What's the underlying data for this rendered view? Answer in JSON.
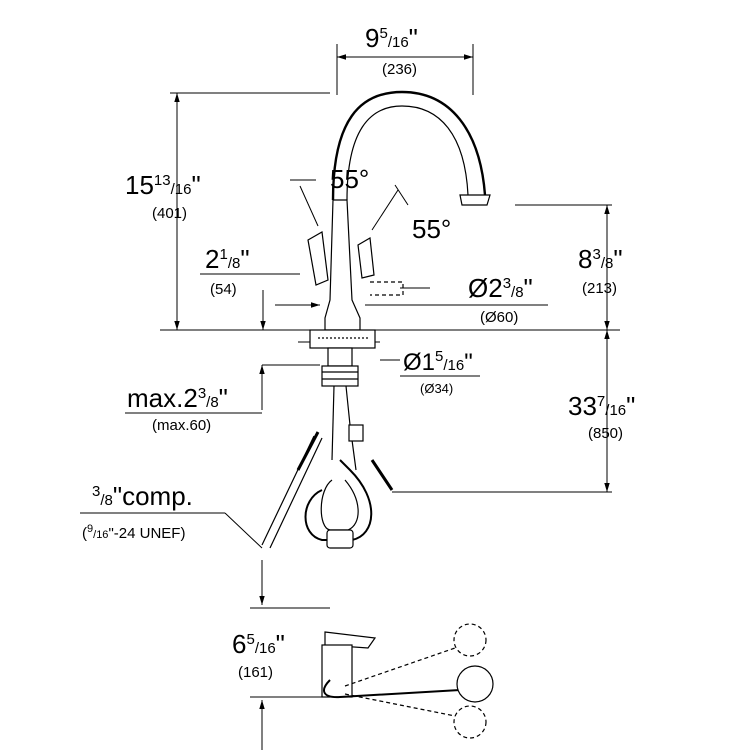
{
  "dimensions": {
    "spout_reach": {
      "imperial_whole": "9",
      "imperial_num": "5",
      "imperial_den": "16",
      "unit": "\"",
      "metric": "(236)"
    },
    "total_height": {
      "imperial_whole": "15",
      "imperial_num": "13",
      "imperial_den": "16",
      "unit": "\"",
      "metric": "(401)"
    },
    "angle_handle": "55°",
    "angle_spray": "55°",
    "lever_offset": {
      "imperial_whole": "2",
      "imperial_num": "1",
      "imperial_den": "8",
      "unit": "\"",
      "metric": "(54)"
    },
    "spout_height": {
      "imperial_whole": "8",
      "imperial_num": "3",
      "imperial_den": "8",
      "unit": "\"",
      "metric": "(213)"
    },
    "base_diameter": {
      "prefix": "Ø2",
      "imperial_num": "3",
      "imperial_den": "8",
      "unit": "\"",
      "metric": "(Ø60)"
    },
    "hole_diameter": {
      "prefix": "Ø1",
      "imperial_num": "5",
      "imperial_den": "16",
      "unit": "\"",
      "metric": "(Ø34)"
    },
    "max_thickness": {
      "prefix": "max.2",
      "imperial_num": "3",
      "imperial_den": "8",
      "unit": "\"",
      "metric": "(max.60)"
    },
    "hose_length": {
      "imperial_whole": "33",
      "imperial_num": "7",
      "imperial_den": "16",
      "unit": "\"",
      "metric": "(850)"
    },
    "connection": {
      "imperial_num": "3",
      "imperial_den": "8",
      "suffix": "\"comp.",
      "sub_open": "(",
      "sub_num": "9",
      "sub_den": "16",
      "sub_rest": "\"-24 UNEF)"
    },
    "top_depth": {
      "imperial_whole": "6",
      "imperial_num": "5",
      "imperial_den": "16",
      "unit": "\"",
      "metric": "(161)"
    }
  }
}
